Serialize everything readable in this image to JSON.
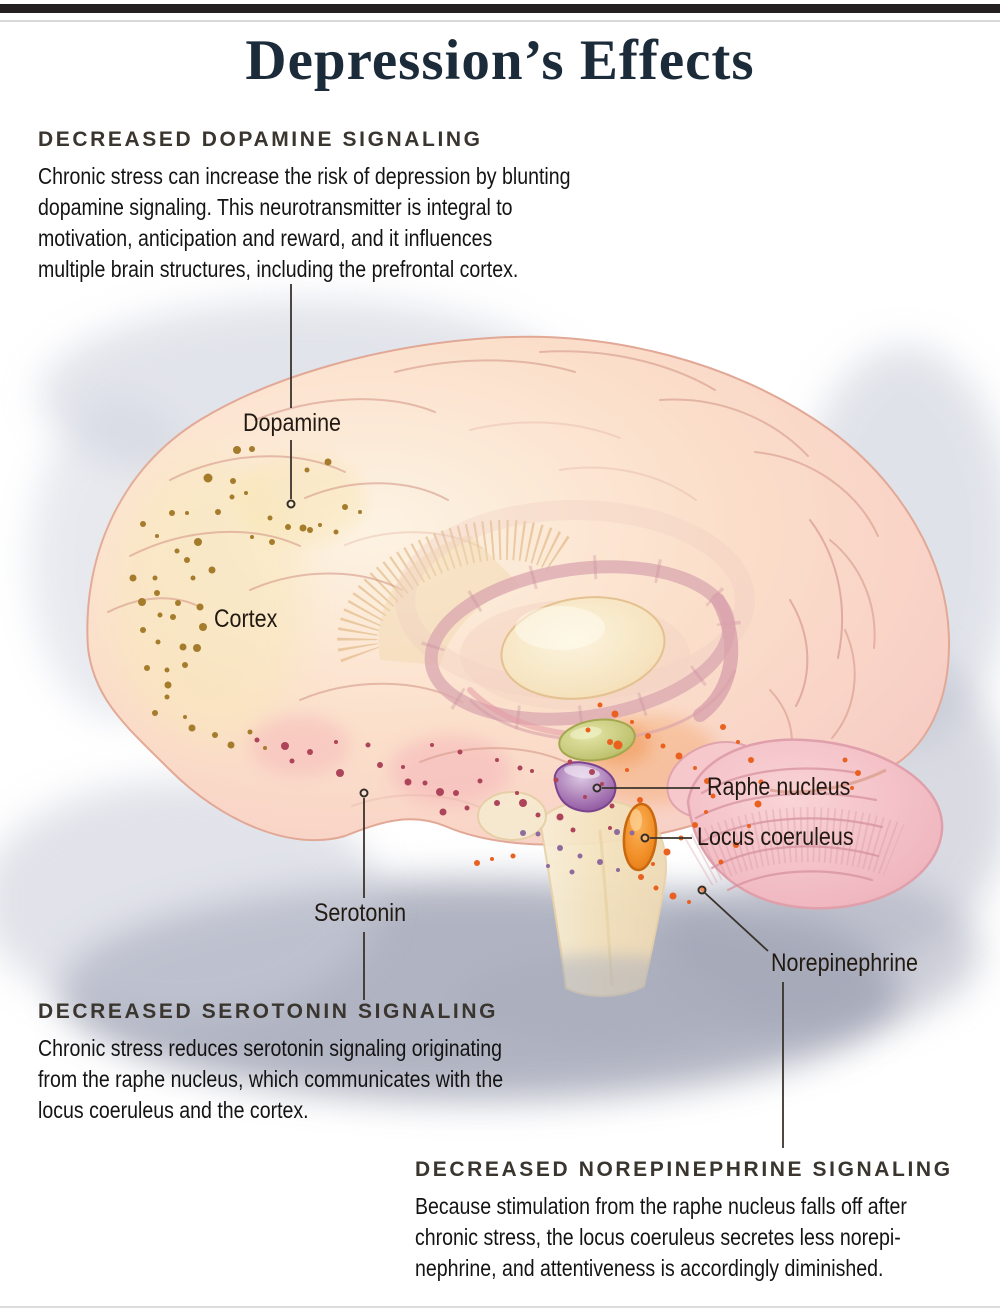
{
  "header": {
    "title": "Depression’s Effects"
  },
  "sections": {
    "dopamine": {
      "heading": "DECREASED DOPAMINE SIGNALING",
      "lines": [
        "Chronic stress can increase the risk of depression by blunting",
        "dopamine signaling. This neurotransmitter is integral to",
        "motivation, anticipation and reward, and it influences",
        "multiple brain structures, including the prefrontal cortex."
      ]
    },
    "serotonin": {
      "heading": "DECREASED SEROTONIN SIGNALING",
      "lines": [
        "Chronic stress reduces serotonin signaling originating",
        "from the raphe nucleus, which communicates with the",
        "locus coeruleus and the cortex."
      ]
    },
    "norepinephrine": {
      "heading": "DECREASED NOREPINEPHRINE SIGNALING",
      "lines": [
        "Because stimulation from the raphe nucleus falls off after",
        "chronic stress, the locus coeruleus secretes less norepi-",
        "nephrine, and attentiveness is accordingly diminished."
      ]
    }
  },
  "labels": {
    "dopamine": "Dopamine",
    "cortex": "Cortex",
    "serotonin": "Serotonin",
    "raphe_nucleus": "Raphe nucleus",
    "locus_coeruleus": "Locus coeruleus",
    "norepinephrine": "Norepinephrine"
  },
  "colors": {
    "top_bar": "#241f21",
    "title": "#1c2b39",
    "heading_text": "#3a362f",
    "body_text": "#141414",
    "dopamine_dots": "#a57b2c",
    "serotonin_dots": "#ad4459",
    "norepinephrine_dots": "#ea611f",
    "accent_purple_dots": "#8f6b9d",
    "raphe_nucleus_fill": "#9357a3",
    "locus_coeruleus_fill": "#ee8420",
    "midbrain_green_fill": "#ccd083"
  }
}
